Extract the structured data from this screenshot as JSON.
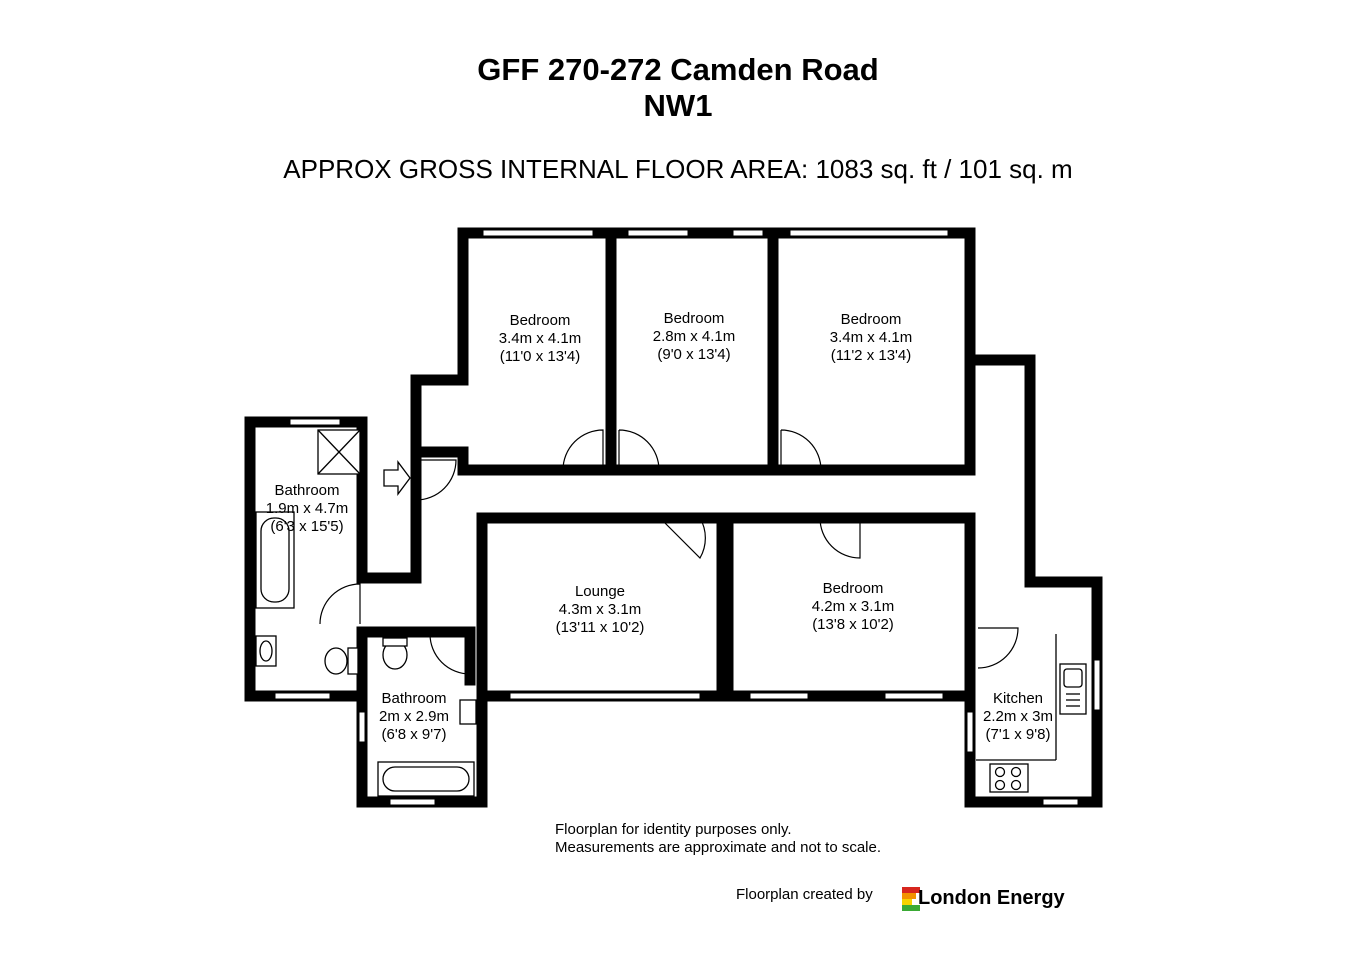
{
  "header": {
    "title_line1": "GFF 270-272 Camden Road",
    "title_line2": "NW1",
    "area": "APPROX GROSS INTERNAL FLOOR AREA:  1083 sq. ft / 101 sq. m"
  },
  "rooms": [
    {
      "name": "Bedroom",
      "metric": "3.4m x 4.1m",
      "imperial": "(11'0 x 13'4)"
    },
    {
      "name": "Bedroom",
      "metric": "2.8m x 4.1m",
      "imperial": "(9'0 x 13'4)"
    },
    {
      "name": "Bedroom",
      "metric": "3.4m x 4.1m",
      "imperial": "(11'2 x 13'4)"
    },
    {
      "name": "Bathroom",
      "metric": "1.9m x 4.7m",
      "imperial": "(6'3 x 15'5)"
    },
    {
      "name": "Lounge",
      "metric": "4.3m x 3.1m",
      "imperial": "(13'11 x 10'2)"
    },
    {
      "name": "Bedroom",
      "metric": "4.2m x 3.1m",
      "imperial": "(13'8 x 10'2)"
    },
    {
      "name": "Bathroom",
      "metric": "2m x 2.9m",
      "imperial": "(6'8 x 9'7)"
    },
    {
      "name": "Kitchen",
      "metric": "2.2m x 3m",
      "imperial": "(7'1 x 9'8)"
    }
  ],
  "footer": {
    "disclaimer_line1": "Floorplan for identity purposes only.",
    "disclaimer_line2": "Measurements are approximate and not to scale.",
    "credit": "Floorplan created by",
    "logo_text": "London Energy"
  },
  "colors": {
    "wall": "#000000",
    "logo_red": "#d7261e",
    "logo_orange": "#f39200",
    "logo_yellow": "#f6d300",
    "logo_green": "#3aaa35"
  }
}
